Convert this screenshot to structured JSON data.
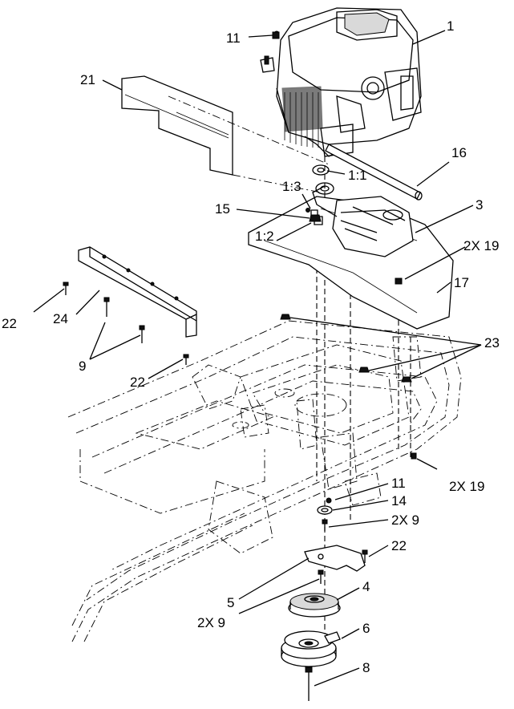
{
  "diagram": {
    "callouts": [
      {
        "id": "c1",
        "text": "1"
      },
      {
        "id": "c11a",
        "text": "11"
      },
      {
        "id": "c21",
        "text": "21"
      },
      {
        "id": "c16",
        "text": "16"
      },
      {
        "id": "c1_1",
        "text": "1:1"
      },
      {
        "id": "c1_3",
        "text": "1:3"
      },
      {
        "id": "c15",
        "text": "15"
      },
      {
        "id": "c3",
        "text": "3"
      },
      {
        "id": "c2x19a",
        "text": "2X 19"
      },
      {
        "id": "c1_2",
        "text": "1:2"
      },
      {
        "id": "c17",
        "text": "17"
      },
      {
        "id": "c22a",
        "text": "22"
      },
      {
        "id": "c24",
        "text": "24"
      },
      {
        "id": "c23",
        "text": "23"
      },
      {
        "id": "c9",
        "text": "9"
      },
      {
        "id": "c22b",
        "text": "22"
      },
      {
        "id": "c2x19b",
        "text": "2X 19"
      },
      {
        "id": "c11b",
        "text": "11"
      },
      {
        "id": "c14",
        "text": "14"
      },
      {
        "id": "c2x9a",
        "text": "2X 9"
      },
      {
        "id": "c22c",
        "text": "22"
      },
      {
        "id": "c5",
        "text": "5"
      },
      {
        "id": "c4",
        "text": "4"
      },
      {
        "id": "c2x9b",
        "text": "2X 9"
      },
      {
        "id": "c6",
        "text": "6"
      },
      {
        "id": "c8",
        "text": "8"
      }
    ]
  }
}
